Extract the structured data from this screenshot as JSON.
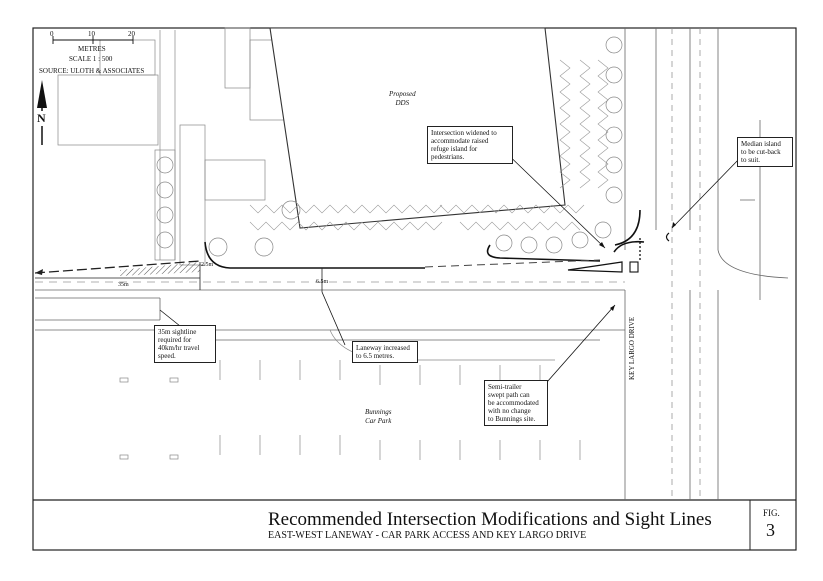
{
  "scale_bar": {
    "ticks": [
      "0",
      "10",
      "20"
    ],
    "units": "METRES",
    "scale": "SCALE 1 : 500",
    "source": "SOURCE: ULOTH & ASSOCIATES"
  },
  "north": "N",
  "labels": {
    "proposed": "Proposed\nDDS",
    "bunnings": "Bunnings\nCar Park",
    "road": "KEY LARGO DRIVE",
    "dim_35": "35m",
    "dim_65": "6.5m",
    "dim_25": "2.5m"
  },
  "notes": {
    "intersection": "Intersection widened to\naccommodate raised\nrefuge island for\npedestrians.",
    "median": "Median island\nto be cut-back\nto suit.",
    "sightline": "35m sightline\nrequired for\n40km/hr travel\nspeed.",
    "laneway": "Laneway increased\nto 6.5 metres.",
    "semi": "Semi-trailer\nswept path can\nbe accommodated\nwith no change\nto Bunnings site."
  },
  "title_block": {
    "title": "Recommended Intersection Modifications and Sight Lines",
    "subtitle": "EAST-WEST LANEWAY - CAR PARK ACCESS AND KEY LARGO DRIVE",
    "fig_label": "FIG.",
    "fig_number": "3"
  },
  "colors": {
    "line": "#222222",
    "light": "#9a9a9a",
    "hatch": "#666666"
  }
}
